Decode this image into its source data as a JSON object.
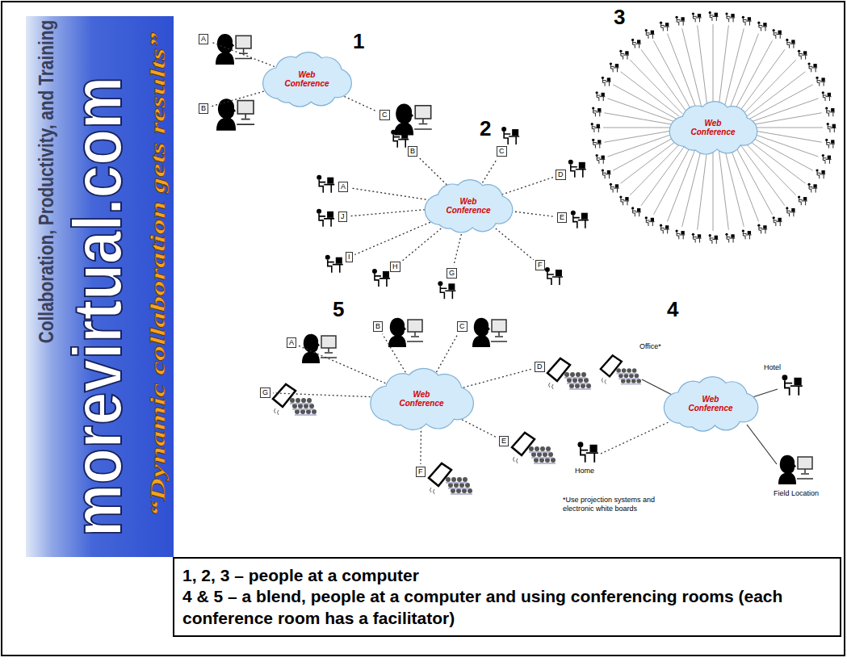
{
  "diagram": {
    "nodes": [
      {
        "text": [
          "Collaboration, Productivity, and Training",
          "morevirtual.com",
          "“Dynamic collaboration gets results”"
        ]
      },
      {
        "text": [
          "Web Conference"
        ]
      },
      {
        "text": [
          "A"
        ]
      },
      {
        "text": [
          "B"
        ]
      },
      {
        "text": [
          "C"
        ]
      },
      {
        "text": [
          "Web Conference"
        ]
      },
      {
        "text": [
          "Web Conference"
        ]
      },
      {
        "text": [
          "A"
        ]
      },
      {
        "text": [
          "B"
        ]
      },
      {
        "text": [
          "C"
        ]
      },
      {
        "text": [
          "D"
        ]
      },
      {
        "text": [
          "E"
        ]
      },
      {
        "text": [
          "F"
        ]
      },
      {
        "text": [
          "G"
        ]
      },
      {
        "text": [
          "H"
        ]
      },
      {
        "text": [
          "I"
        ]
      },
      {
        "text": [
          "J"
        ]
      },
      {
        "text": [
          "Web Conference"
        ]
      },
      {
        "text": [
          "A"
        ]
      },
      {
        "text": [
          "B"
        ]
      },
      {
        "text": [
          "C"
        ]
      },
      {
        "text": [
          "D"
        ]
      },
      {
        "text": [
          "E"
        ]
      },
      {
        "text": [
          "F"
        ]
      },
      {
        "text": [
          "G"
        ]
      },
      {
        "text": [
          "Web Conference"
        ]
      },
      {
        "text": [
          "1, 2, 3 – people at a computer",
          "4 & 5 – a blend, people at a computer and using conferencing rooms (each conference room has a facilitator)"
        ]
      }
    ],
    "edges": [
      {
        "from": 1,
        "to": 2,
        "arrow": "none"
      },
      {
        "from": 1,
        "to": 3,
        "arrow": "none"
      },
      {
        "from": 1,
        "to": 4,
        "arrow": "none"
      },
      {
        "from": 6,
        "to": 7,
        "arrow": "none"
      },
      {
        "from": 6,
        "to": 8,
        "arrow": "none"
      },
      {
        "from": 6,
        "to": 9,
        "arrow": "none"
      },
      {
        "from": 6,
        "to": 10,
        "arrow": "none"
      },
      {
        "from": 6,
        "to": 11,
        "arrow": "none"
      },
      {
        "from": 6,
        "to": 12,
        "arrow": "none"
      },
      {
        "from": 6,
        "to": 13,
        "arrow": "none"
      },
      {
        "from": 6,
        "to": 14,
        "arrow": "none"
      },
      {
        "from": 6,
        "to": 15,
        "arrow": "none"
      },
      {
        "from": 6,
        "to": 16,
        "arrow": "none"
      },
      {
        "from": 17,
        "to": 18,
        "arrow": "none"
      },
      {
        "from": 17,
        "to": 19,
        "arrow": "none"
      },
      {
        "from": 17,
        "to": 20,
        "arrow": "none"
      },
      {
        "from": 17,
        "to": 21,
        "arrow": "none"
      },
      {
        "from": 17,
        "to": 22,
        "arrow": "none"
      },
      {
        "from": 17,
        "to": 23,
        "arrow": "none"
      },
      {
        "from": 17,
        "to": 24,
        "arrow": "none"
      }
    ],
    "labels": [
      "1",
      "3",
      "2",
      "5",
      "4",
      "Office*",
      "Hotel",
      "Home",
      "Field Location",
      "*Use projection systems and electronic white boards"
    ]
  }
}
